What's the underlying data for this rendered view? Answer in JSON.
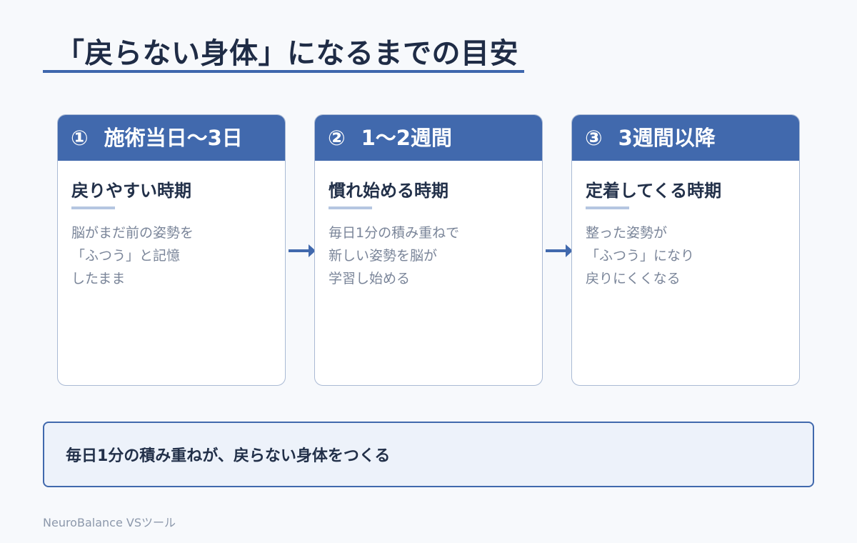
{
  "page": {
    "title": "「戻らない身体」になるまでの目安",
    "summary": "毎日1分の積み重ねが、戻らない身体をつくる",
    "footer": "NeuroBalance VSツール"
  },
  "colors": {
    "accent": "#4169ad",
    "background": "#f7f9fc",
    "card_border": "#aabad4",
    "summary_background": "#edf2fa",
    "heading_text": "#223049",
    "body_text": "#7a8599"
  },
  "cards": [
    {
      "number": "①",
      "title": "施術当日〜3日",
      "heading": "戻りやすい時期",
      "body": [
        "脳がまだ前の姿勢を",
        "「ふつう」と記憶",
        "したまま"
      ]
    },
    {
      "number": "②",
      "title": "1〜2週間",
      "heading": "慣れ始める時期",
      "body": [
        "毎日1分の積み重ねで",
        "新しい姿勢を脳が",
        "学習し始める"
      ]
    },
    {
      "number": "③",
      "title": "3週間以降",
      "heading": "定着してくる時期",
      "body": [
        "整った姿勢が",
        "「ふつう」になり",
        "戻りにくくなる"
      ]
    }
  ],
  "icons": {
    "step_arrow": "arrow-right-icon"
  }
}
